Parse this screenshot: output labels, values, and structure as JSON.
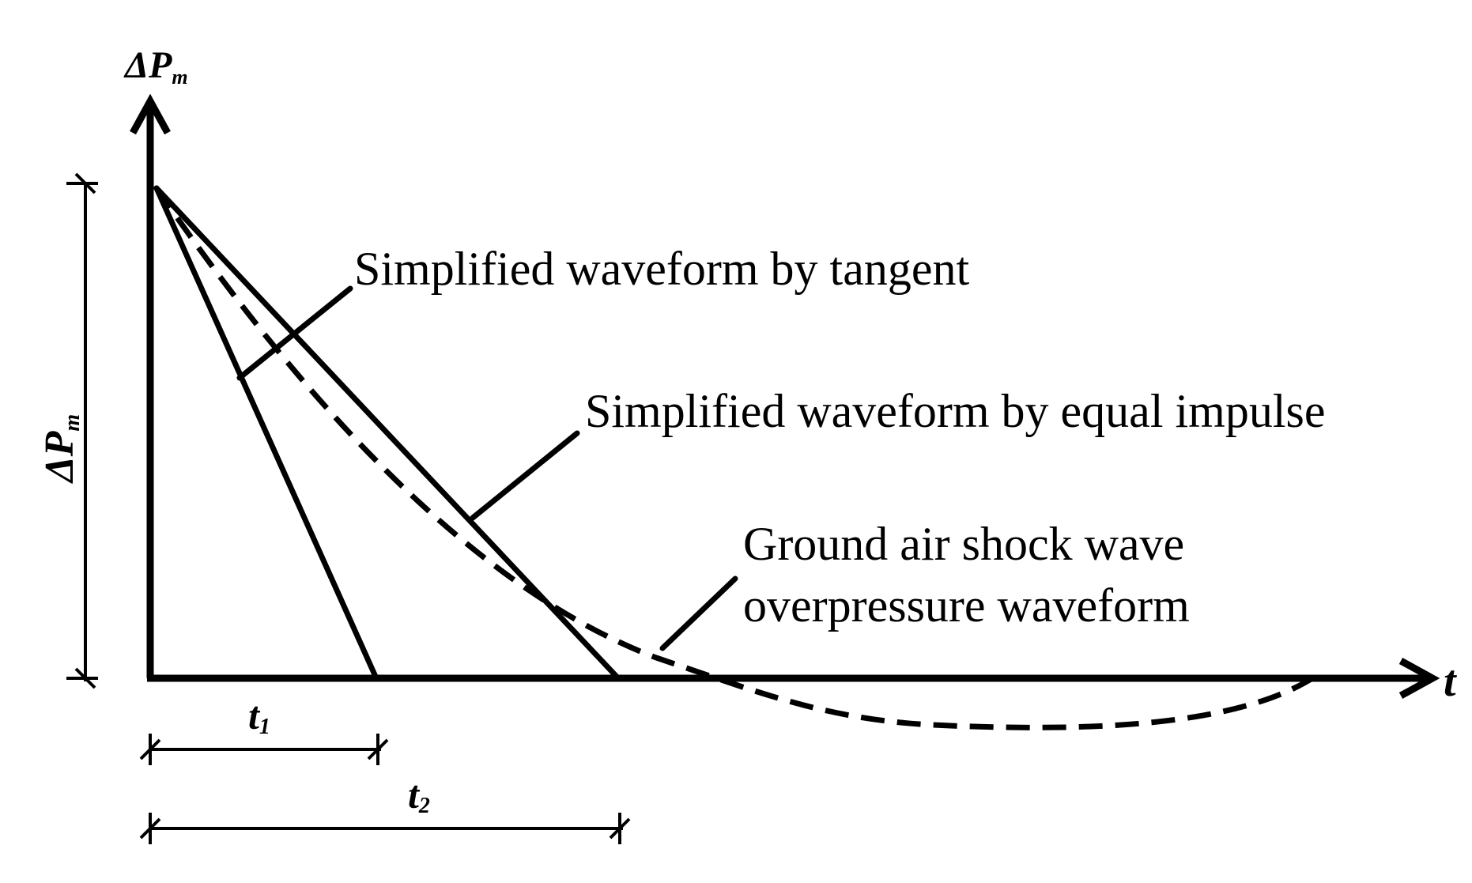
{
  "diagram": {
    "y_axis_label": {
      "main": "ΔP",
      "sub": "m"
    },
    "x_axis_label": "t",
    "amplitude_label": {
      "main": "ΔP",
      "sub": "m"
    },
    "t1_label": {
      "main": "t",
      "sub": "1"
    },
    "t2_label": {
      "main": "t",
      "sub": "2"
    },
    "callouts": {
      "tangent": "Simplified waveform by tangent",
      "equal_impulse": "Simplified waveform by equal impulse",
      "ground_line1": "Ground air shock wave",
      "ground_line2": "overpressure waveform"
    }
  }
}
